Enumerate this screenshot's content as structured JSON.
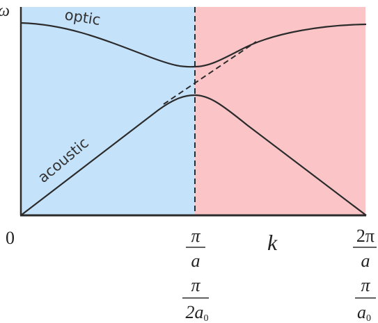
{
  "colors": {
    "left_region": "#c5e2fb",
    "right_region": "#fbc5c8",
    "curve": "#2b2b2b",
    "axis": "#2b2b2b"
  },
  "labels": {
    "y_axis": "ω",
    "x_axis": "k",
    "optic": "optic",
    "acoustic": "acoustic",
    "origin": "0",
    "mid_top_num": "π",
    "mid_top_den": "a",
    "mid_bot_num": "π",
    "mid_bot_den": "2a",
    "mid_bot_den_sub": "0",
    "right_top_num": "2π",
    "right_top_den": "a",
    "right_bot_num": "π",
    "right_bot_den": "a",
    "right_bot_den_sub": "0"
  }
}
